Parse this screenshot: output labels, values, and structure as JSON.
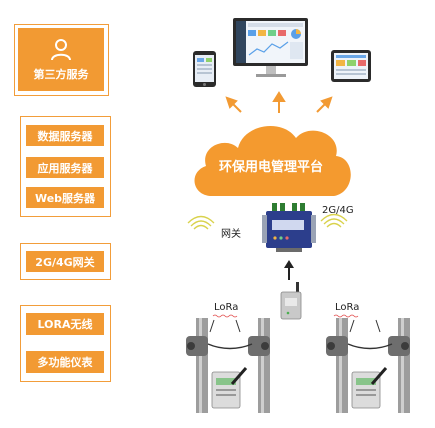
{
  "left_panel": {
    "third_party": "第三方服务",
    "servers": [
      "数据服务器",
      "应用服务器",
      "Web服务器"
    ],
    "network": "2G/4G网关",
    "field": [
      "LORA无线",
      "多功能仪表"
    ]
  },
  "diagram": {
    "cloud_label": "环保用电管理平台",
    "gateway_label": "网关",
    "signal_label": "2G/4G",
    "lora_left": "LoRa",
    "lora_right": "LoRa"
  },
  "colors": {
    "accent": "#f29a33",
    "cloud": "#f49a2f",
    "border": "#f29d3a"
  }
}
